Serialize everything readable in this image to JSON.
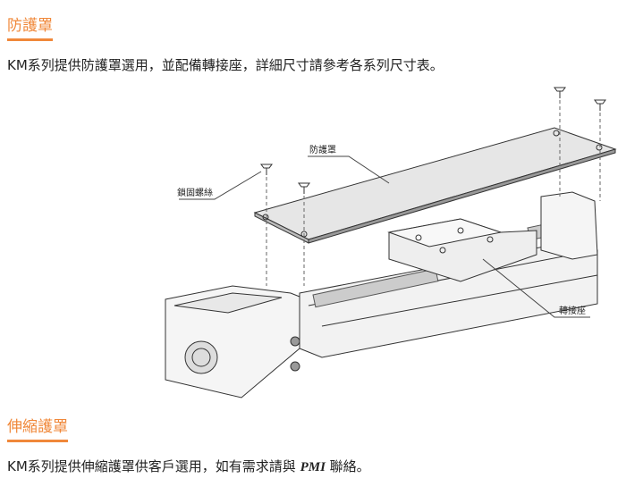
{
  "section1": {
    "heading": "防護罩",
    "text": "KM系列提供防護罩選用，並配備轉接座，詳細尺寸請參考各系列尺寸表。"
  },
  "figure": {
    "labels": {
      "cover": "防護罩",
      "screw": "鎖固螺絲",
      "adapter": "轉接座"
    }
  },
  "section2": {
    "heading": "伸縮護罩",
    "text_before": "KM系列提供伸縮護罩供客戶選用，如有需求請與 ",
    "brand": "PMI",
    "text_after": " 聯絡。"
  }
}
